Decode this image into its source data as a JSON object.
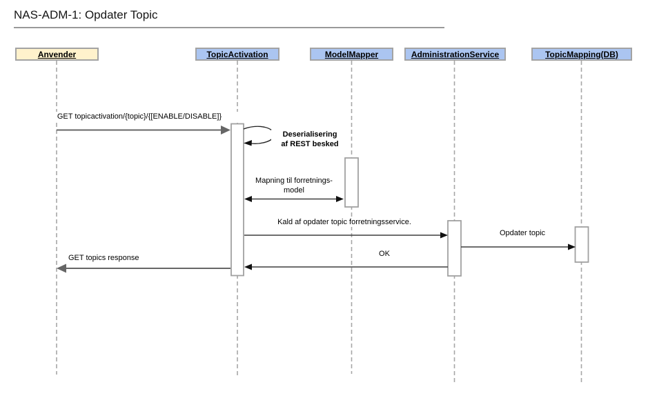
{
  "title": "NAS-ADM-1: Opdater Topic",
  "colors": {
    "actor_fill": "#FFF2CC",
    "service_fill": "#ABC5F1",
    "box_border": "#A3A3A3",
    "lifeline": "#A6A6A6",
    "arrow_gray": "#666666",
    "arrow_dark": "#333333",
    "text": "#000000"
  },
  "participants": [
    {
      "label": "Anvender",
      "kind": "actor"
    },
    {
      "label": "TopicActivation",
      "kind": "service"
    },
    {
      "label": "ModelMapper",
      "kind": "service"
    },
    {
      "label": "AdministrationService",
      "kind": "service"
    },
    {
      "label": "TopicMapping(DB)",
      "kind": "service"
    }
  ],
  "messages": [
    {
      "label": "GET topicactivation/{topic}/{[ENABLE/DISABLE]}",
      "from": "Anvender",
      "to": "TopicActivation",
      "direction": "right"
    },
    {
      "label": "Deserialisering\naf REST besked",
      "from": "TopicActivation",
      "to": "TopicActivation",
      "direction": "self"
    },
    {
      "label": "Mapning til forretnings-\nmodel",
      "from": "TopicActivation",
      "to": "ModelMapper",
      "direction": "both"
    },
    {
      "label": "Kald af opdater topic forretningsservice.",
      "from": "TopicActivation",
      "to": "AdministrationService",
      "direction": "right"
    },
    {
      "label": "Opdater topic",
      "from": "AdministrationService",
      "to": "TopicMapping(DB)",
      "direction": "right"
    },
    {
      "label": "OK",
      "from": "AdministrationService",
      "to": "TopicActivation",
      "direction": "left"
    },
    {
      "label": "GET topics response",
      "from": "TopicActivation",
      "to": "Anvender",
      "direction": "left"
    }
  ]
}
